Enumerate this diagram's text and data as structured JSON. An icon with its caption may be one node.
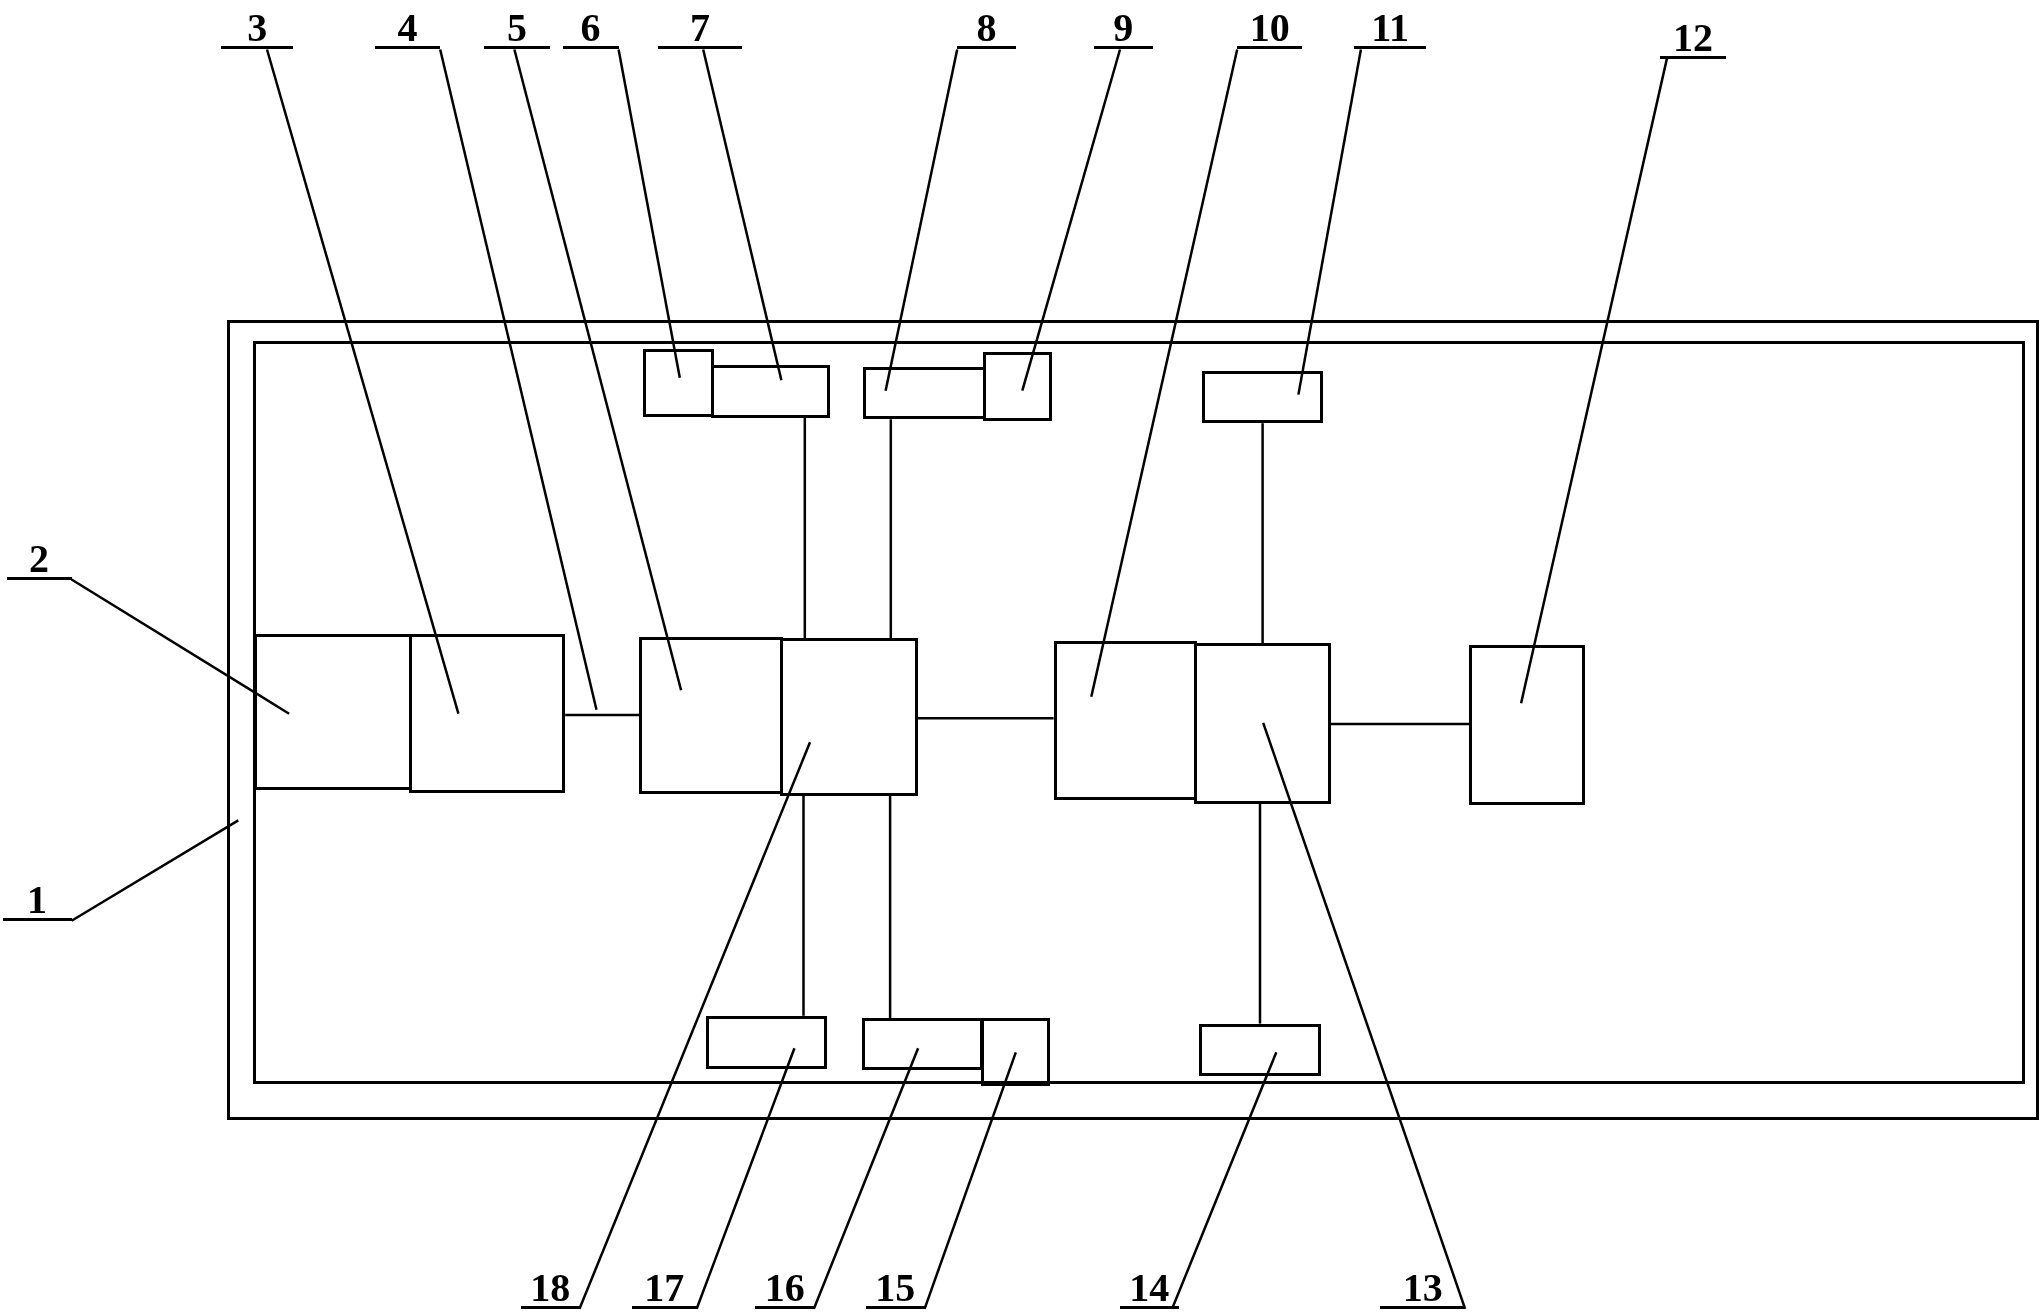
{
  "diagram": {
    "nodes": [
      {
        "text": [
          "1"
        ]
      },
      {
        "text": [
          "2"
        ]
      },
      {
        "text": [
          "3"
        ]
      },
      {
        "text": [
          "4"
        ]
      },
      {
        "text": [
          "5"
        ]
      },
      {
        "text": [
          "6"
        ]
      },
      {
        "text": [
          "7"
        ]
      },
      {
        "text": [
          "8"
        ]
      },
      {
        "text": [
          "9"
        ]
      },
      {
        "text": [
          "10"
        ]
      },
      {
        "text": [
          "11"
        ]
      },
      {
        "text": [
          "12"
        ]
      },
      {
        "text": [
          "13"
        ]
      },
      {
        "text": [
          "14"
        ]
      },
      {
        "text": [
          "15"
        ]
      },
      {
        "text": [
          "16"
        ]
      },
      {
        "text": [
          "17"
        ]
      },
      {
        "text": [
          "18"
        ]
      },
      {
        "text": [],
        "shape": "box"
      },
      {
        "text": [],
        "shape": "box",
        "in": 18
      },
      {
        "text": [],
        "shape": "box",
        "in": 18
      },
      {
        "text": [],
        "shape": "box",
        "in": 18
      },
      {
        "text": [],
        "shape": "box",
        "in": 18
      },
      {
        "text": [],
        "shape": "box",
        "in": 18
      },
      {
        "text": [],
        "shape": "box",
        "in": 18
      },
      {
        "text": [],
        "shape": "box",
        "in": 18
      },
      {
        "text": [],
        "shape": "box",
        "in": 18
      },
      {
        "text": [],
        "shape": "box",
        "in": 18
      },
      {
        "text": [],
        "shape": "box",
        "in": 18
      },
      {
        "text": [],
        "shape": "box",
        "in": 18
      },
      {
        "text": [],
        "shape": "box",
        "in": 18
      },
      {
        "text": [],
        "shape": "box",
        "in": 18
      },
      {
        "text": [],
        "shape": "box",
        "in": 18
      },
      {
        "text": [],
        "shape": "box",
        "in": 18
      },
      {
        "text": [],
        "shape": "box",
        "in": 18
      }
    ],
    "edges": [
      {
        "from": 0,
        "to": 18,
        "arrow": "none"
      },
      {
        "from": 1,
        "to": 19,
        "arrow": "none"
      },
      {
        "from": 2,
        "to": 20,
        "arrow": "none"
      },
      {
        "from": 3,
        "to": null,
        "arrow": "none"
      },
      {
        "from": 4,
        "to": 21,
        "arrow": "none"
      },
      {
        "from": 5,
        "to": 23,
        "arrow": "none"
      },
      {
        "from": 6,
        "to": 24,
        "arrow": "none"
      },
      {
        "from": 7,
        "to": 25,
        "arrow": "none"
      },
      {
        "from": 8,
        "to": 26,
        "arrow": "none"
      },
      {
        "from": 9,
        "to": 28,
        "arrow": "none"
      },
      {
        "from": 10,
        "to": 27,
        "arrow": "none"
      },
      {
        "from": 11,
        "to": 30,
        "arrow": "none"
      },
      {
        "from": 12,
        "to": 29,
        "arrow": "none"
      },
      {
        "from": 13,
        "to": 34,
        "arrow": "none"
      },
      {
        "from": 14,
        "to": 33,
        "arrow": "none"
      },
      {
        "from": 15,
        "to": 32,
        "arrow": "none"
      },
      {
        "from": 16,
        "to": 31,
        "arrow": "none"
      },
      {
        "from": 17,
        "to": 22,
        "arrow": "none"
      },
      {
        "from": 20,
        "to": 21,
        "arrow": "none"
      },
      {
        "from": 24,
        "to": 22,
        "arrow": "none"
      },
      {
        "from": 25,
        "to": 22,
        "arrow": "none"
      },
      {
        "from": 22,
        "to": 31,
        "arrow": "none"
      },
      {
        "from": 22,
        "to": 32,
        "arrow": "none"
      },
      {
        "from": 22,
        "to": 28,
        "arrow": "none"
      },
      {
        "from": 29,
        "to": 27,
        "arrow": "none"
      },
      {
        "from": 29,
        "to": 34,
        "arrow": "none"
      },
      {
        "from": 29,
        "to": 30,
        "arrow": "none"
      }
    ]
  }
}
